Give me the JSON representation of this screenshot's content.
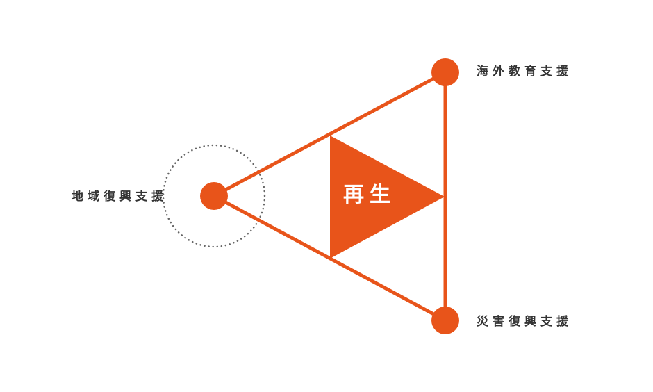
{
  "nodes": {
    "left": {
      "label": "地域復興支援"
    },
    "top": {
      "label": "海外教育支援"
    },
    "bottom": {
      "label": "災害復興支援"
    }
  },
  "center": {
    "label": "再生"
  },
  "colors": {
    "accent": "#E8541A",
    "text": "#333333",
    "dotted_circle": "#666666",
    "center_text": "#FFFFFF"
  }
}
